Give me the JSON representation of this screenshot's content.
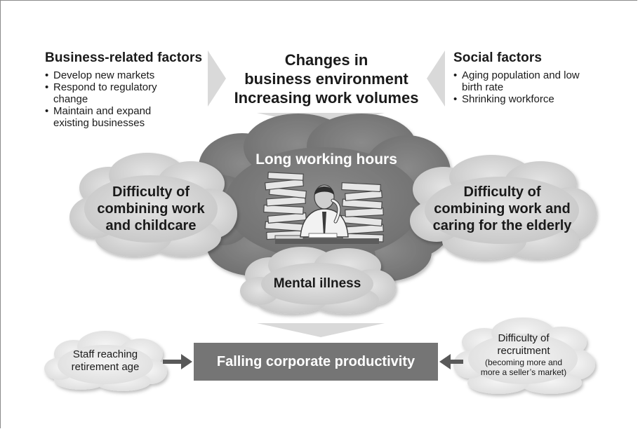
{
  "business_factors": {
    "heading": "Business-related factors",
    "items": [
      "Develop new markets",
      "Respond to regulatory change",
      "Maintain and expand existing businesses"
    ]
  },
  "center": {
    "line1": "Changes in",
    "line2": "business environment",
    "line3": "Increasing work volumes"
  },
  "social_factors": {
    "heading": "Social factors",
    "items": [
      "Aging population and low birth rate",
      "Shrinking workforce"
    ]
  },
  "long_hours": "Long working hours",
  "childcare": {
    "line1": "Difficulty of",
    "line2": "combining work",
    "line3": "and childcare"
  },
  "elderly": {
    "line1": "Difficulty of",
    "line2": "combining work and",
    "line3": "caring for the elderly"
  },
  "mental": "Mental illness",
  "retirement": {
    "line1": "Staff reaching",
    "line2": "retirement age"
  },
  "productivity": "Falling corporate productivity",
  "recruitment": {
    "line1": "Difficulty of",
    "line2": "recruitment",
    "line3": "(becoming more and",
    "line4": "more a seller’s market)"
  },
  "colors": {
    "arrow": "#d9d9d9",
    "long_hours_cloud": "#7f7f7f",
    "side_cloud": "#d0d0d0",
    "productivity_box": "#757575",
    "connector_arrow": "#595959"
  }
}
